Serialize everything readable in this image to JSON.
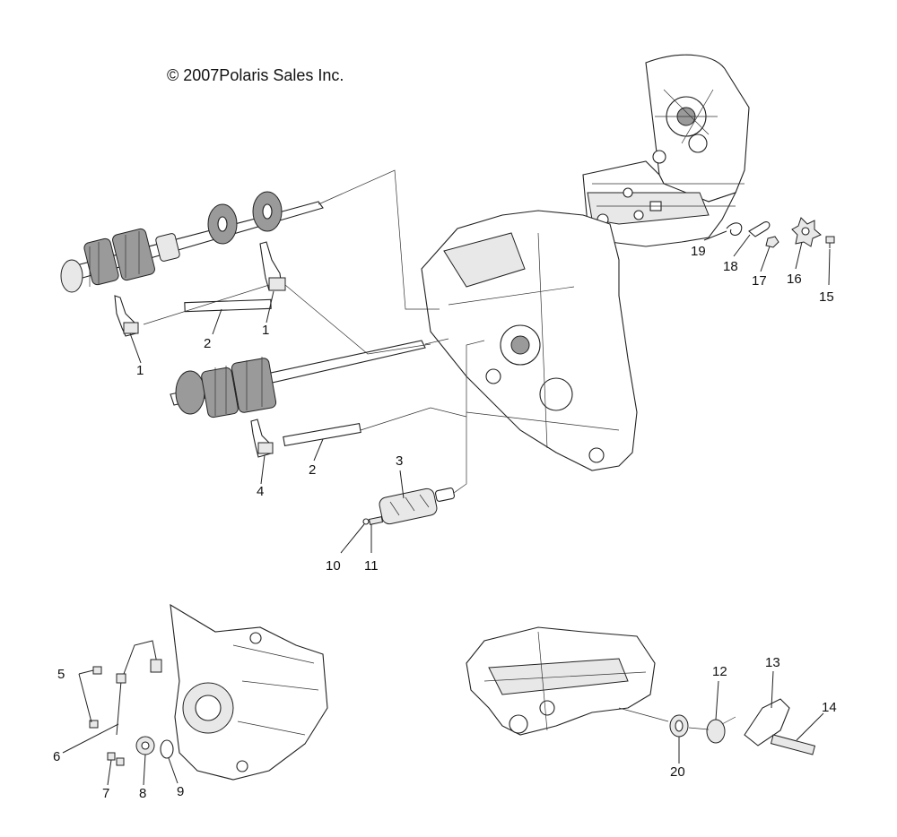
{
  "copyright": "© 2007Polaris Sales Inc.",
  "callouts": [
    {
      "id": "c1a",
      "text": "1"
    },
    {
      "id": "c1b",
      "text": "1"
    },
    {
      "id": "c2a",
      "text": "2"
    },
    {
      "id": "c2b",
      "text": "2"
    },
    {
      "id": "c3",
      "text": "3"
    },
    {
      "id": "c4",
      "text": "4"
    },
    {
      "id": "c5",
      "text": "5"
    },
    {
      "id": "c6",
      "text": "6"
    },
    {
      "id": "c7",
      "text": "7"
    },
    {
      "id": "c8",
      "text": "8"
    },
    {
      "id": "c9",
      "text": "9"
    },
    {
      "id": "c10",
      "text": "10"
    },
    {
      "id": "c11",
      "text": "11"
    },
    {
      "id": "c12",
      "text": "12"
    },
    {
      "id": "c13",
      "text": "13"
    },
    {
      "id": "c14",
      "text": "14"
    },
    {
      "id": "c15",
      "text": "15"
    },
    {
      "id": "c16",
      "text": "16"
    },
    {
      "id": "c17",
      "text": "17"
    },
    {
      "id": "c18",
      "text": "18"
    },
    {
      "id": "c19",
      "text": "19"
    },
    {
      "id": "c20",
      "text": "20"
    }
  ]
}
